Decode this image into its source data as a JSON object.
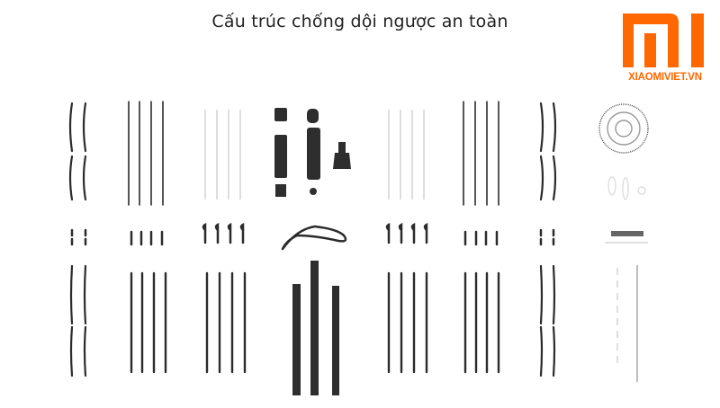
{
  "header": {
    "title": "Cấu trúc chống dội ngược an toàn"
  },
  "logo": {
    "brand_text": "XIAOMIVIET.VN",
    "mark": "mi-logo-icon",
    "color": "#ff6700"
  },
  "colors": {
    "background": "#ffffff",
    "parts_dark": "#2b2b2b",
    "parts_light": "#cfcfcf"
  },
  "illustration": {
    "description": "Exploded view of umbrella components arranged in columns",
    "groups": [
      {
        "name": "curved-ribs",
        "count": 4
      },
      {
        "name": "straight-ribs",
        "count": 4
      },
      {
        "name": "wire-stretchers",
        "count": 4
      },
      {
        "name": "central-runner-parts",
        "count": 9
      },
      {
        "name": "wire-stretchers",
        "count": 4
      },
      {
        "name": "straight-ribs",
        "count": 4
      },
      {
        "name": "curved-ribs",
        "count": 4
      },
      {
        "name": "spring-and-small-parts",
        "count": 5
      }
    ]
  }
}
